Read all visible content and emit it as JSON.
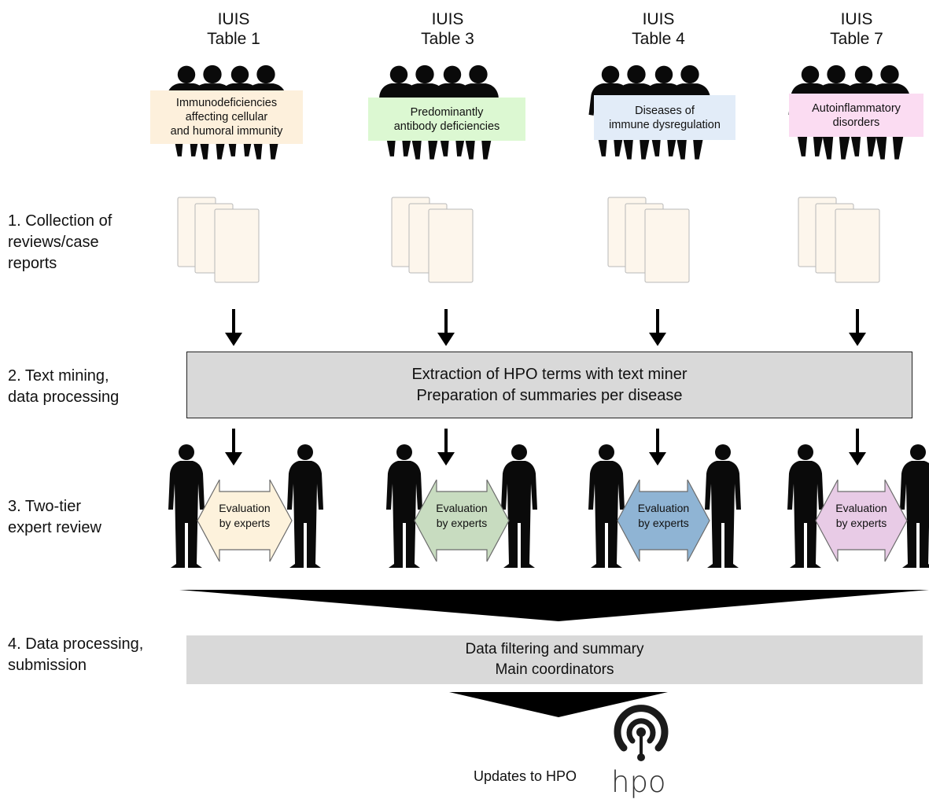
{
  "columns": [
    {
      "header": "IUIS\nTable 1",
      "category": "Immunodeficiencies\naffecting cellular\nand humoral immunity",
      "category_color": "#fdf0dc",
      "eval_color": "#fdf2dc"
    },
    {
      "header": "IUIS\nTable 3",
      "category": "Predominantly\nantibody deficiencies",
      "category_color": "#dcf8d2",
      "eval_color": "#c8dcc0"
    },
    {
      "header": "IUIS\nTable 4",
      "category": "Diseases of\nimmune dysregulation",
      "category_color": "#e2ecf8",
      "eval_color": "#8fb4d4"
    },
    {
      "header": "IUIS\nTable 7",
      "category": "Autoinflammatory\ndisorders",
      "category_color": "#fbdcf2",
      "eval_color": "#e8cbe6"
    }
  ],
  "steps": {
    "s1": "1. Collection of\nreviews/case\nreports",
    "s2": "2. Text mining,\ndata processing",
    "s3": "3. Two-tier\nexpert review",
    "s4": "4. Data processing,\nsubmission"
  },
  "text_mining_box": "Extraction of HPO terms with text miner\nPreparation of summaries per disease",
  "eval_label": "Evaluation\nby experts",
  "summary_box": "Data filtering and summary\nMain coordinators",
  "final_label": "Updates to HPO",
  "logo_text": "hpo",
  "colors": {
    "document_fill": "#fdf6ec",
    "document_stroke": "#b8b8b8",
    "box_fill": "#d9d9d9",
    "silhouette": "#0a0a0a"
  }
}
